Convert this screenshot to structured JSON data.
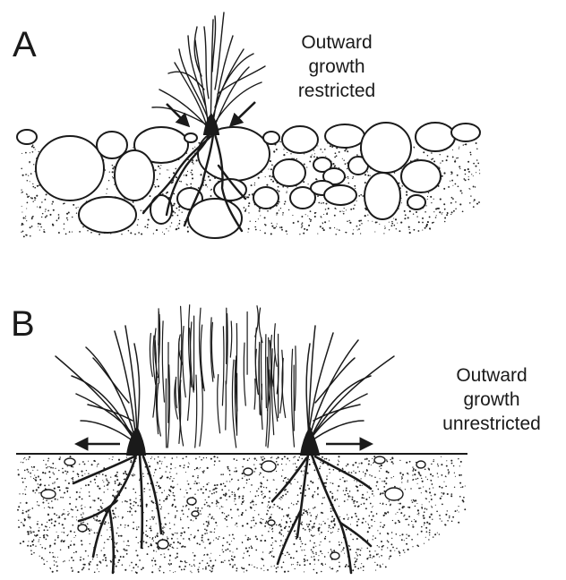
{
  "panel_a": {
    "letter": "A",
    "caption": [
      "Outward",
      "growth",
      "restricted"
    ]
  },
  "panel_b": {
    "letter": "B",
    "caption": [
      "Outward",
      "growth",
      "unrestricted"
    ]
  },
  "ink_color": "#1a1a1a",
  "paper_color": "#ffffff"
}
